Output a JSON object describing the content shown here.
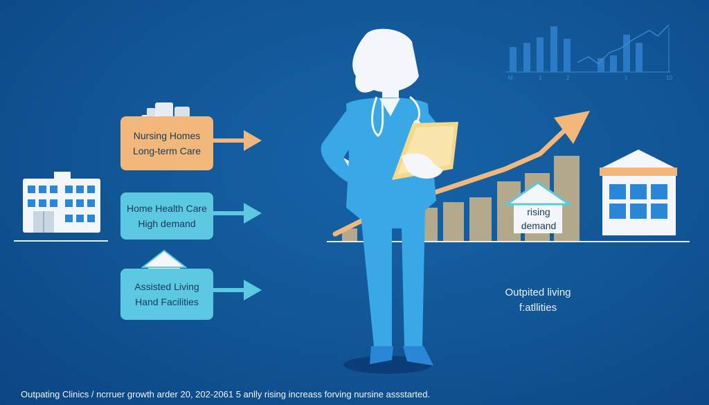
{
  "colors": {
    "background": "#125898",
    "orange": "#f2b77a",
    "teal": "#5cc8e2",
    "nurse": "#3aa8e6",
    "white": "#f3f7fb",
    "window_blue": "#2a86d6"
  },
  "cards": [
    {
      "line1": "Nursing Homes",
      "line2": "Long-term Care",
      "icon": "supplies-icon"
    },
    {
      "line1": "Home Health Care",
      "line2": "High demand",
      "icon": ""
    },
    {
      "line1": "Assisted Living",
      "line2": "Hand Facilities",
      "icon": "house-icon"
    }
  ],
  "rising_demand": {
    "line1": "rising",
    "line2": "demand"
  },
  "outpatient": {
    "line1": "Outpited living",
    "line2": "f:atllities"
  },
  "mini_chart": {
    "tick_labels": [
      "M",
      "1",
      "2",
      "1",
      "10"
    ]
  },
  "caption": "Outpating Clinics / ncrruer growth arder 20, 202-2061 5 anlly rising increass forving nursine assstarted."
}
